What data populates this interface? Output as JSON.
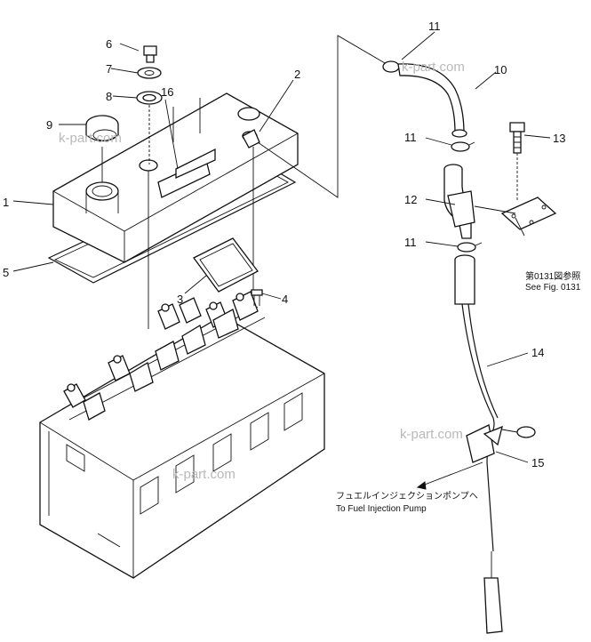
{
  "callouts": [
    "1",
    "2",
    "3",
    "4",
    "5",
    "6",
    "7",
    "8",
    "9",
    "10",
    "11",
    "11",
    "11",
    "12",
    "13",
    "14",
    "15",
    "16"
  ],
  "notes": {
    "see_fig_jp": "第0131図参照",
    "see_fig_en": "See Fig. 0131",
    "fuel_pump_jp": "フュエルインジェクションポンプヘ",
    "fuel_pump_en": "To Fuel Injection Pump"
  },
  "watermarks": [
    "k-part.com",
    "k-part.com",
    "k-part.com",
    "k-part.com"
  ]
}
